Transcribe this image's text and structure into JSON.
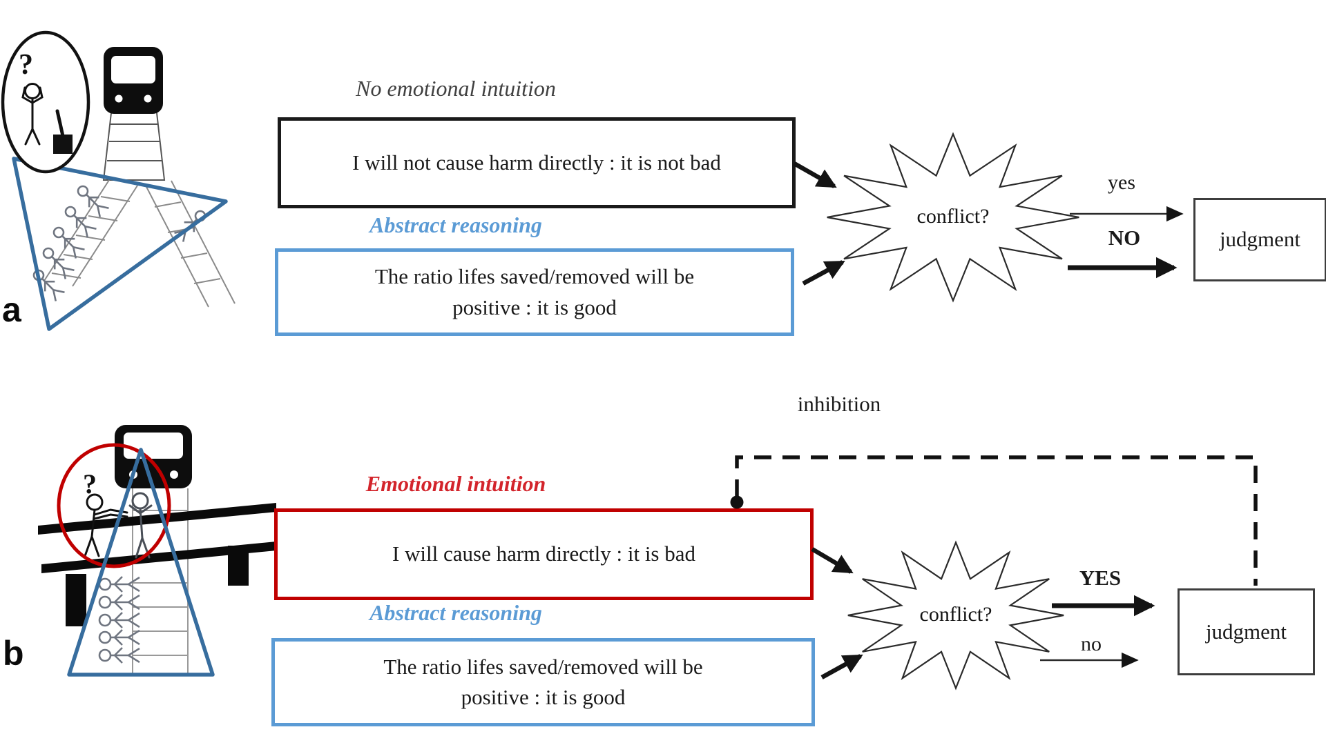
{
  "colors": {
    "box_blue": "#5b9bd5",
    "title_blue": "#5b9bd5",
    "box_red": "#c00000",
    "title_red": "#d3242b",
    "title_gray": "#404040",
    "triangle_blue": "#376d9e",
    "line_black": "#161616"
  },
  "icons": {
    "panel_a_illustration": "trolley-switch-scenario",
    "panel_b_illustration": "footbridge-push-scenario",
    "starburst": "conflict-starburst",
    "dashed_path": "inhibition-feedback-path"
  },
  "panel_a": {
    "label": "a",
    "question_mark": "?",
    "intuition_title": "No emotional intuition",
    "intuition_box": "I will not cause harm directly : it is not bad",
    "reasoning_title": "Abstract reasoning",
    "reasoning_box_line1": "The ratio lifes saved/removed will be",
    "reasoning_box_line2": "positive : it is good",
    "conflict": "conflict?",
    "yes_label": "yes",
    "no_label": "NO",
    "judgment": "judgment"
  },
  "panel_b": {
    "label": "b",
    "question_mark": "?",
    "inhibition_label": "inhibition",
    "intuition_title": "Emotional intuition",
    "intuition_box": "I will cause harm directly : it is bad",
    "reasoning_title": "Abstract reasoning",
    "reasoning_box_line1": "The ratio lifes saved/removed will be",
    "reasoning_box_line2": "positive : it is good",
    "conflict": "conflict?",
    "yes_label": "YES",
    "no_label": "no",
    "judgment": "judgment"
  }
}
